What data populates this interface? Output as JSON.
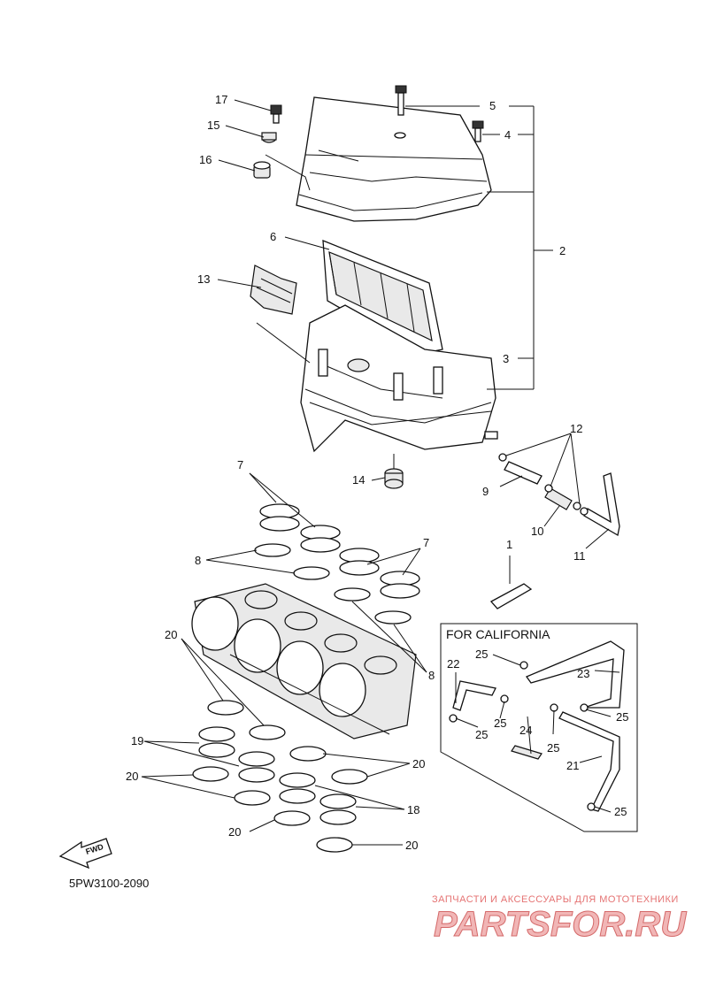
{
  "diagram": {
    "callouts": {
      "c1": "1",
      "c2": "2",
      "c3": "3",
      "c4": "4",
      "c5": "5",
      "c6": "6",
      "c7a": "7",
      "c7b": "7",
      "c8a": "8",
      "c8b": "8",
      "c9": "9",
      "c10": "10",
      "c11": "11",
      "c12": "12",
      "c13": "13",
      "c14": "14",
      "c15": "15",
      "c16": "16",
      "c17": "17",
      "c18": "18",
      "c19": "19",
      "c20a": "20",
      "c20b": "20",
      "c20c": "20",
      "c20d": "20",
      "c20e": "20",
      "c21": "21",
      "c22": "22",
      "c23": "23",
      "c24": "24",
      "c25a": "25",
      "c25b": "25",
      "c25c": "25",
      "c25d": "25",
      "c25e": "25",
      "c25f": "25"
    },
    "california_box_title": "FOR CALIFORNIA",
    "fwd_label": "FWD",
    "diagram_code": "5PW3100-2090"
  },
  "watermark": {
    "tagline": "ЗАПЧАСТИ И АКСЕССУАРЫ ДЛЯ МОТОТЕХНИКИ",
    "brand": "PARTSFOR.RU",
    "color": "#e57373"
  }
}
